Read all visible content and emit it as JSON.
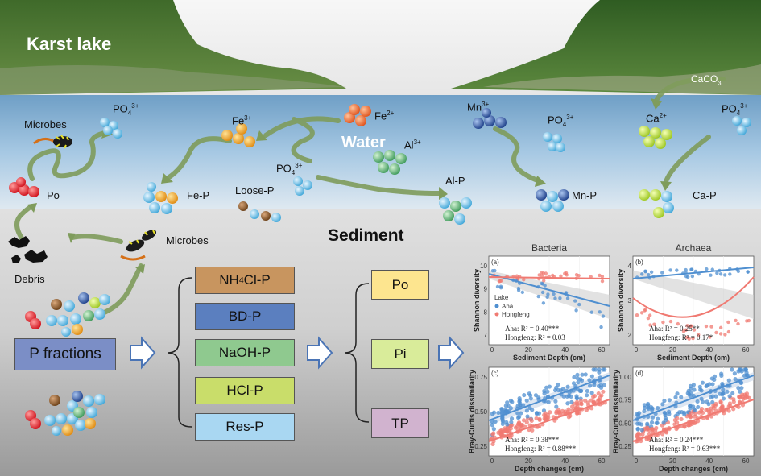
{
  "scene": {
    "title": "Karst lake",
    "water_label": "Water",
    "sediment_label": "Sediment",
    "labels": {
      "microbes_top": "Microbes",
      "microbes_mid": "Microbes",
      "debris": "Debris",
      "po": "Po",
      "fe3": "Fe",
      "fe3_sup": "3+",
      "fe2": "Fe",
      "fe2_sup": "2+",
      "fe_p": "Fe-P",
      "al3": "Al",
      "al3_sup": "3+",
      "al_p": "Al-P",
      "loose_p": "Loose-P",
      "mn3": "Mn",
      "mn3_sup": "3+",
      "mn_p": "Mn-P",
      "caco3_main": "CaCO",
      "caco3_sub": "3",
      "ca2": "Ca",
      "ca2_sup": "2+",
      "ca_p": "Ca-P",
      "po4_main": "PO",
      "po4_sub": "4",
      "po4_sup": "3+"
    }
  },
  "fractions": {
    "source": "P fractions",
    "nh4cl_a": "NH",
    "nh4cl_sub": "4",
    "nh4cl_b": "Cl-P",
    "list": [
      "BD-P",
      "NaOH-P",
      "HCl-P",
      "Res-P"
    ],
    "groups": [
      "Po",
      "Pi",
      "TP"
    ]
  },
  "panels": {
    "bacteria_title": "Bacteria",
    "archaea_title": "Archaea",
    "letters": [
      "(a)",
      "(b)",
      "(c)",
      "(d)"
    ],
    "shannon_ylabel": "Shannon diversity",
    "bray_ylabel": "Bray-Curtis dissimilarity",
    "x_sediment": "Sediment Depth (cm)",
    "x_depth": "Depth changes (cm)",
    "legend_title": "Lake",
    "legend_aha": "Aha",
    "legend_hongfeng": "Hongfeng",
    "a_stats": [
      "Aha: R² = 0.40***",
      "Hongfeng: R² = 0.03"
    ],
    "b_stats": [
      "Aha: R² = 0.25**",
      "Hongfeng: R² = 0.17*"
    ],
    "c_stats": [
      "Aha: R² = 0.38***",
      "Hongfeng: R² = 0.88***"
    ],
    "d_stats": [
      "Aha: R² = 0.24***",
      "Hongfeng: R² = 0.63***"
    ],
    "xticks": [
      "0",
      "20",
      "40",
      "60"
    ],
    "a_yticks": [
      "7",
      "8",
      "9",
      "10"
    ],
    "b_yticks": [
      "2",
      "3",
      "4"
    ],
    "c_yticks": [
      "0.25",
      "0.50",
      "0.75"
    ],
    "d_yticks": [
      "0.25",
      "0.50",
      "0.75",
      "1.00"
    ]
  },
  "colors": {
    "aha": "#4f8fd0",
    "hongfeng": "#f07a72",
    "nh4cl": "#c8955f",
    "bd": "#5b7fbf",
    "naoh": "#8fc98f",
    "hcl": "#c9dd6a",
    "res": "#a9d7f2",
    "po_box": "#fde58f",
    "pi_box": "#d9ec9a",
    "tp_box": "#d1b3cf",
    "source_box": "#7b8ec6"
  }
}
